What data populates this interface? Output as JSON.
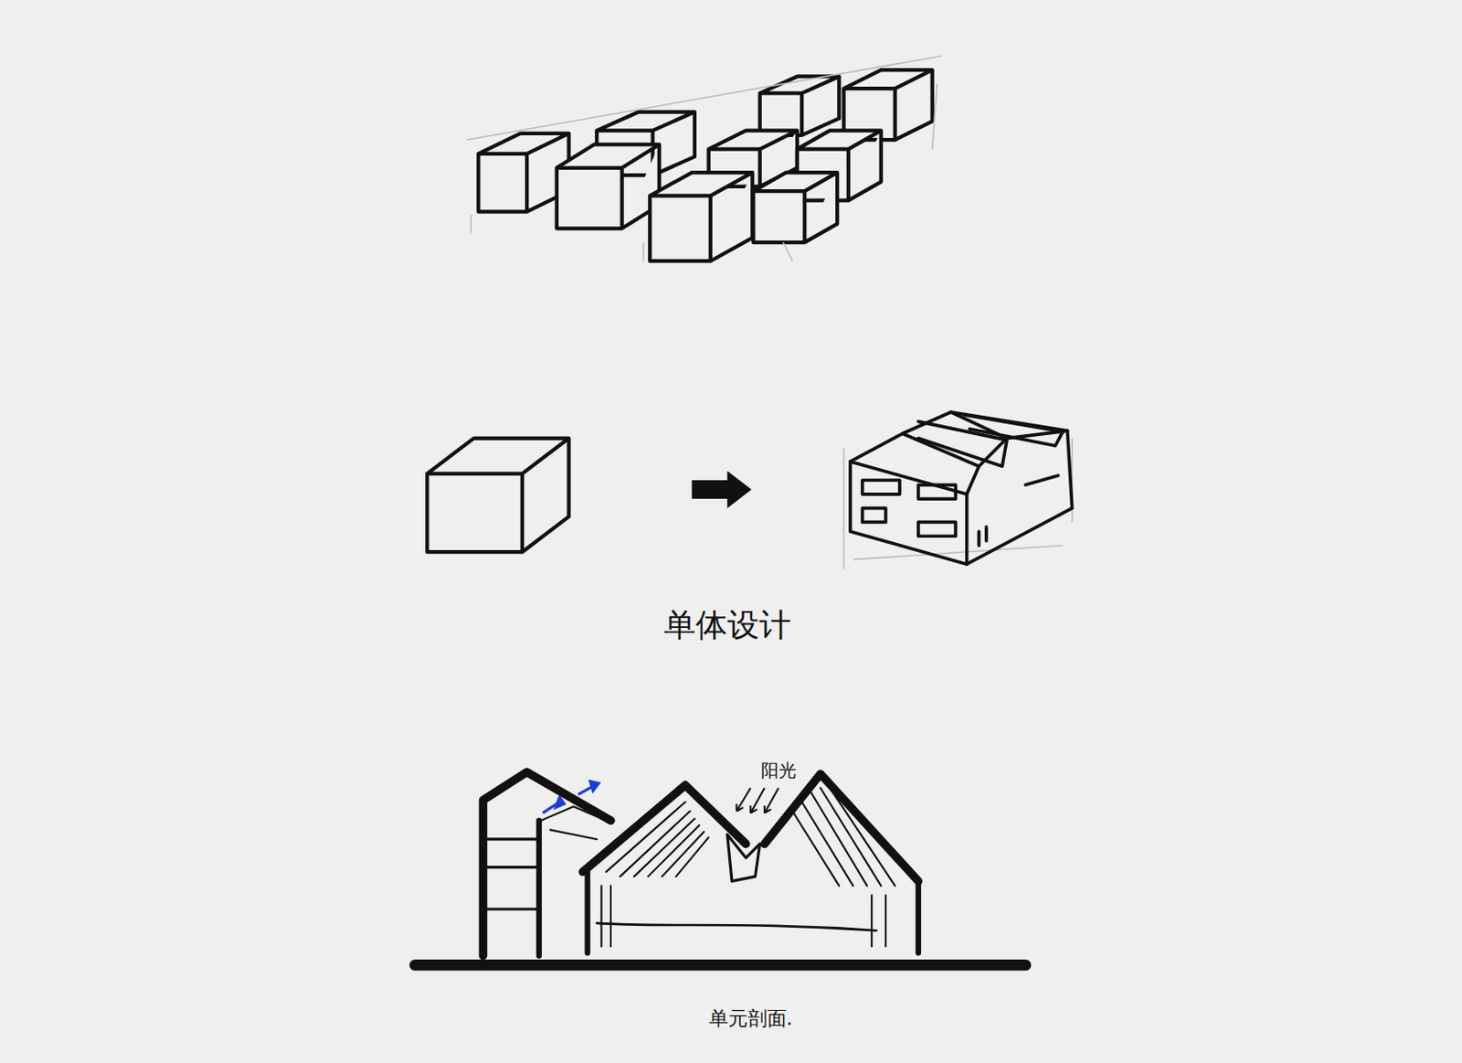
{
  "diagram": {
    "labels": [
      "单体设计",
      "阳光",
      "单元剖面."
    ]
  }
}
